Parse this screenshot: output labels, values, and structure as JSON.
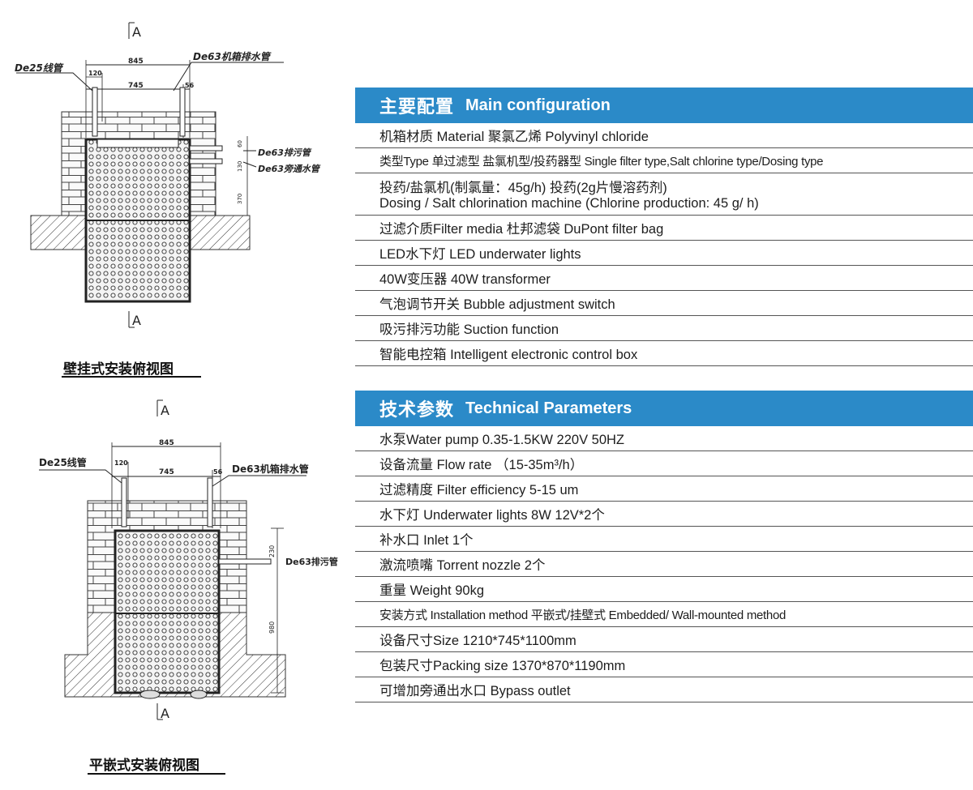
{
  "drawing1": {
    "section_mark_top": "A",
    "section_mark_bottom": "A",
    "label_de25": "De25线管",
    "label_de63_box": "De63机箱排水管",
    "label_de63_sewage": "De63排污管",
    "label_de63_bypass": "De63旁通水管",
    "dim_845": "845",
    "dim_745": "745",
    "dim_120": "120",
    "dim_56": "56",
    "dim_60": "60",
    "dim_130": "130",
    "dim_370": "370",
    "caption": "壁挂式安装俯视图"
  },
  "drawing2": {
    "section_mark_top": "A",
    "section_mark_bottom": "A",
    "label_de25": "De25线管",
    "label_de63_box": "De63机箱排水管",
    "label_de63_sewage": "De63排污管",
    "dim_845": "845",
    "dim_745": "745",
    "dim_120": "120",
    "dim_56": "56",
    "dim_230": "230",
    "dim_980": "980",
    "caption": "平嵌式安装俯视图"
  },
  "main_config": {
    "title_cn": "主要配置",
    "title_en": "Main configuration",
    "rows": [
      {
        "text": "机箱材质 Material      聚氯乙烯 Polyvinyl chloride"
      },
      {
        "text": "类型Type   单过滤型 盐氯机型/投药器型  Single filter type,Salt chlorine type/Dosing type"
      },
      {
        "text": "投药/盐氯机(制氯量：45g/h)  投药(2g片慢溶药剂)",
        "text2": "Dosing / Salt chlorination machine (Chlorine production: 45 g/ h)"
      },
      {
        "text": "过滤介质Filter media     杜邦滤袋 DuPont filter bag"
      },
      {
        "text": "LED水下灯 LED underwater lights"
      },
      {
        "text": "40W变压器 40W transformer"
      },
      {
        "text": "气泡调节开关 Bubble adjustment switch"
      },
      {
        "text": "吸污排污功能 Suction function"
      },
      {
        "text": "智能电控箱 Intelligent electronic control box"
      }
    ]
  },
  "tech_params": {
    "title_cn": "技术参数",
    "title_en": "Technical Parameters",
    "rows": [
      {
        "text": "水泵Water pump   0.35-1.5KW 220V 50HZ"
      },
      {
        "text": "设备流量 Flow rate  （15-35m³/h）"
      },
      {
        "text": "过滤精度 Filter efficiency  5-15 um"
      },
      {
        "text": "水下灯 Underwater lights 8W 12V*2个"
      },
      {
        "text": "补水口 Inlet  1个"
      },
      {
        "text": "激流喷嘴 Torrent nozzle  2个"
      },
      {
        "text": "重量 Weight  90kg"
      },
      {
        "text": "安装方式 Installation method   平嵌式/挂壁式 Embedded/ Wall-mounted method"
      },
      {
        "text": "设备尺寸Size   1210*745*1100mm"
      },
      {
        "text": "包装尺寸Packing size    1370*870*1190mm"
      },
      {
        "text": "可增加旁通出水口 Bypass outlet"
      }
    ]
  },
  "colors": {
    "header_bg": "#2b8ac8",
    "header_text": "#ffffff",
    "row_line": "#555555"
  }
}
